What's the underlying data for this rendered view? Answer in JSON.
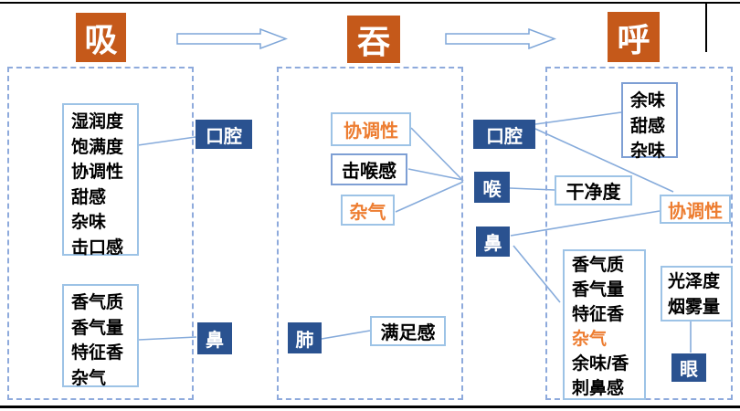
{
  "stages": [
    {
      "label": "吸"
    },
    {
      "label": "吞"
    },
    {
      "label": "呼"
    }
  ],
  "colors": {
    "stage_bg": "#c5591a",
    "organ_bg": "#2a5290",
    "highlight_text": "#ed7d31",
    "connector_blue": "#86abdb"
  },
  "inhale": {
    "mouth_items": "湿润度\n饱满度\n协调性\n甜感\n杂味\n击口感",
    "mouth_label": "口腔",
    "nose_items": "香气质\n香气量\n特征香\n杂气",
    "nose_label": "鼻"
  },
  "swallow": {
    "harmony": "协调性",
    "throat_hit": "击喉感",
    "offnote": "杂气",
    "lung_label": "肺",
    "satisfaction": "满足感"
  },
  "organs": {
    "mouth": "口腔",
    "throat": "喉",
    "nose": "鼻"
  },
  "exhale": {
    "mouth_items": "余味\n甜感\n杂味",
    "cleanliness": "干净度",
    "harmony": "协调性",
    "nose_lines": [
      "香气质",
      "香气量",
      "特征香",
      "杂气",
      "余味/香",
      "刺鼻感"
    ],
    "eye_items": "光泽度\n烟雾量",
    "eye_label": "眼"
  }
}
